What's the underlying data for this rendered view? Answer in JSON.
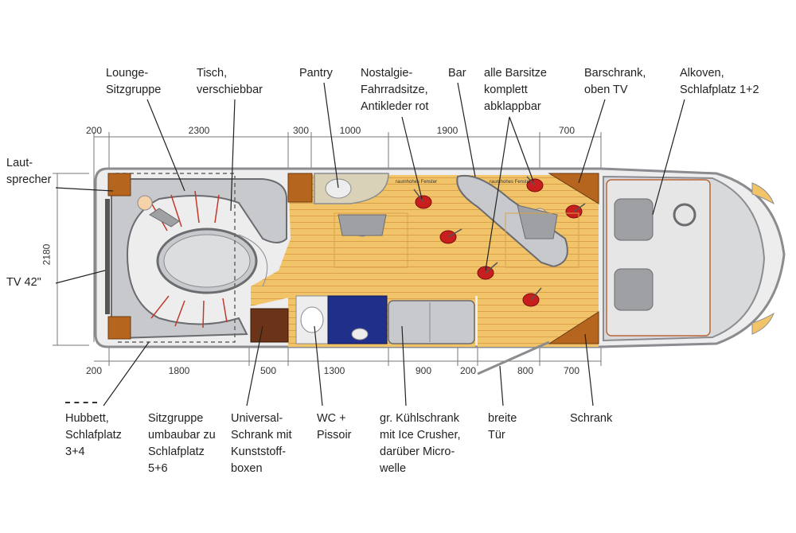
{
  "labels": {
    "lounge": [
      "Lounge-",
      "Sitzgruppe"
    ],
    "tisch": [
      "Tisch,",
      "verschiebbar"
    ],
    "pantry": [
      "Pantry"
    ],
    "nostalgie": [
      "Nostalgie-",
      "Fahrradsitze,",
      "Antikleder rot"
    ],
    "bar": [
      "Bar"
    ],
    "barsitze": [
      "alle Barsitze",
      "komplett",
      "abklappbar"
    ],
    "barschrank": [
      "Barschrank,",
      "oben TV"
    ],
    "alkoven": [
      "Alkoven,",
      "Schlafplatz 1+2"
    ],
    "lautsprecher": [
      "Laut-",
      "sprecher"
    ],
    "tv": [
      "TV 42\""
    ],
    "hubbett": [
      "Hubbett,",
      "Schlafplatz",
      "3+4"
    ],
    "sitzgruppe": [
      "Sitzgruppe",
      "umbaubar zu",
      "Schlafplatz",
      "5+6"
    ],
    "universal": [
      "Universal-",
      "Schrank mit",
      "Kunststoff-",
      "boxen"
    ],
    "wc": [
      "WC +",
      "Pissoir"
    ],
    "kuehl": [
      "gr. Kühlschrank",
      "mit Ice Crusher,",
      "darüber Micro-",
      "welle"
    ],
    "tuer": [
      "breite",
      "Tür"
    ],
    "schrank": [
      "Schrank"
    ]
  },
  "dimensions": {
    "top": [
      "200",
      "2300",
      "300",
      "1000",
      "1900",
      "700"
    ],
    "bottom": [
      "200",
      "1800",
      "500",
      "1300",
      "900",
      "200",
      "800",
      "700"
    ],
    "side": "2180"
  },
  "window_labels": [
    "raumhohes Fenster",
    "raumhohes Fenster"
  ],
  "colors": {
    "floor": "#f2c46a",
    "floor_line": "#d9a24a",
    "cabinet": "#b5651d",
    "dark_cabinet": "#6b3318",
    "sofa": "#c7c9cc",
    "wall": "#8a8c90",
    "stool_red": "#c81e1e",
    "wc_blue": "#1f2f8a",
    "wood_trim": "#c97b2e"
  }
}
